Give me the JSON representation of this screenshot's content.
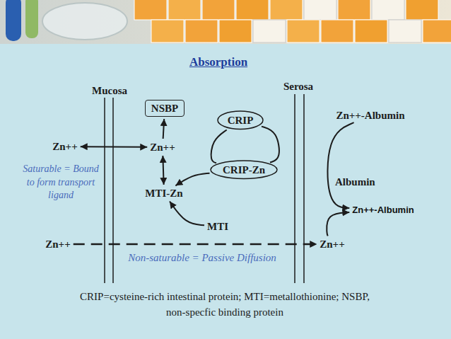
{
  "diagram": {
    "title": "Absorption",
    "caption": "CRIP=cysteine-rich intestinal protein; MTI=metallothionine; NSBP, non-specfic binding protein",
    "nodes": [
      {
        "text": [
          "NSBP"
        ]
      },
      {
        "text": [
          "CRIP"
        ]
      },
      {
        "text": [
          "Zn++-Albumin"
        ]
      },
      {
        "text": [
          "Zn++"
        ]
      },
      {
        "text": [
          "Zn++"
        ]
      },
      {
        "text": [
          "CRIP-Zn"
        ]
      },
      {
        "text": [
          "MTI-Zn"
        ]
      },
      {
        "text": [
          "Zn++-Albumin"
        ]
      },
      {
        "text": [
          "MTI"
        ]
      },
      {
        "text": [
          "Zn++"
        ]
      },
      {
        "text": [
          "Zn++"
        ]
      }
    ],
    "edges": [
      {
        "from": 3,
        "to": 4,
        "arrow": "both"
      },
      {
        "from": 4,
        "to": 0,
        "arrow": "to"
      },
      {
        "from": 4,
        "to": 6,
        "arrow": "both"
      },
      {
        "from": 1,
        "to": 5,
        "arrow": "none"
      },
      {
        "from": 5,
        "to": 1,
        "arrow": "none"
      },
      {
        "from": 5,
        "to": 6,
        "arrow": "to"
      },
      {
        "from": 8,
        "to": 6,
        "arrow": "to"
      },
      {
        "from": 9,
        "to": 10,
        "arrow": "to"
      },
      {
        "from": 2,
        "to": 7,
        "label": "Albumin",
        "arrow": "to"
      },
      {
        "from": 10,
        "to": 7,
        "arrow": "to"
      }
    ],
    "labels": [
      "Mucosa",
      "Serosa",
      "Saturable = Bound to form transport ligand",
      "Non-saturable = Passive Diffusion"
    ]
  }
}
